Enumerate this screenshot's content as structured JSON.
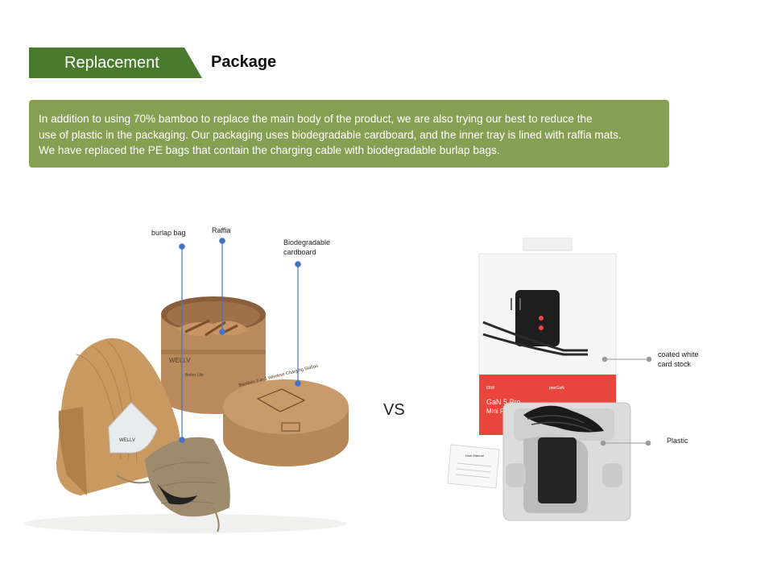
{
  "header": {
    "tag_label": "Replacement",
    "title": "Package"
  },
  "intro": {
    "line1": "In addition to using 70% bamboo to replace the main body of the product, we are also trying our best to reduce the",
    "line2": "use of plastic in the packaging. Our packaging uses biodegradable cardboard, and the inner tray is lined with raffia mats.",
    "line3": "We have replaced the PE bags that contain the charging cable with biodegradable burlap bags."
  },
  "left_product": {
    "callouts": {
      "burlap": "burlap bag",
      "raffia": "Raffia",
      "cardboard_line1": "Biodegradable",
      "cardboard_line2": "cardboard"
    },
    "logo_text": "WELLV",
    "tin_lid_text": "Bamboo 2-in-1 Wireless Charging Station",
    "stand_text": "Better Life"
  },
  "vs_label": "VS",
  "right_product": {
    "callouts": {
      "card_line1": "coated white",
      "card_line2": "card stock",
      "plastic": "Plastic"
    },
    "box_brand": "poeGaN",
    "box_title_line1": "GaN 5 Pro",
    "box_title_line2": "Mini Fas",
    "box_watt": "65W",
    "manual_title": "User Manual"
  },
  "colors": {
    "header_green": "#4a7a2e",
    "intro_green": "#86a053",
    "callout_line": "#4472c4",
    "red_band": "#e8463c"
  }
}
